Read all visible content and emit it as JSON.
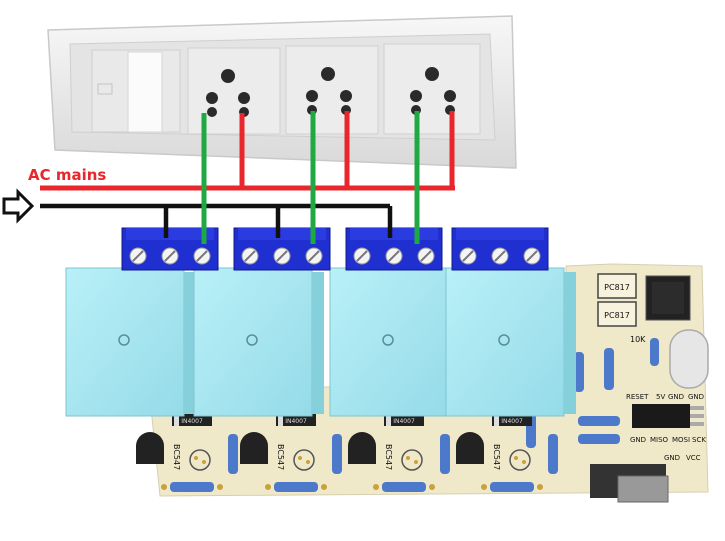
{
  "labels": {
    "ac_mains": "AC mains"
  },
  "colors": {
    "live_wire": "#e8262b",
    "neutral_wire": "#111111",
    "load_wire": "#1fa843",
    "terminal_block": "#1f2fd0",
    "relay_body": "#a9e9f3",
    "pcb": "#efe8c9",
    "switchboard": "#ebebeb",
    "accent_label": "#e8262b"
  },
  "board": {
    "ic_top": "PC817",
    "ic_bottom": "PC817",
    "resistor_label": "10K",
    "transistor_labels": [
      "BC547",
      "BC547",
      "BC547",
      "BC547"
    ],
    "diode_labels": [
      "IN4007",
      "IN4007",
      "IN4007",
      "IN4007"
    ],
    "header_top_labels": [
      "RESET",
      "5V",
      "GND",
      "GND"
    ],
    "header_bottom_labels": [
      "GND",
      "MISO",
      "MOSI",
      "SCK"
    ],
    "power_labels": [
      "GND",
      "VCC"
    ]
  },
  "counts": {
    "sockets": 3,
    "relays": 4
  }
}
